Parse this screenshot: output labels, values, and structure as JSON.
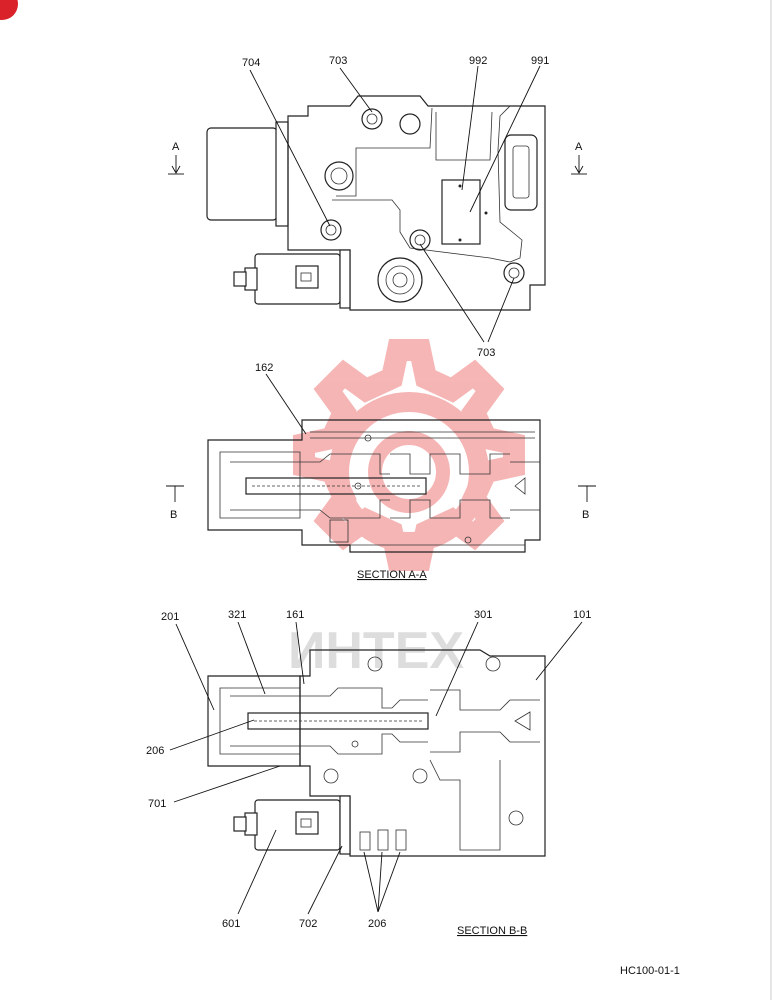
{
  "watermark": {
    "logo_text": "ИНТЕХ",
    "color": "#f07a7a"
  },
  "corner_badge": {
    "color": "#d9222a"
  },
  "section_markers": {
    "a": "A",
    "b": "B"
  },
  "views": {
    "top": {
      "callouts": {
        "c704": "704",
        "c703a": "703",
        "c992": "992",
        "c991": "991",
        "c703b": "703"
      }
    },
    "section_aa": {
      "title": "SECTION  A-A",
      "callouts": {
        "c162": "162"
      }
    },
    "section_bb": {
      "title": "SECTION  B-B",
      "callouts": {
        "c201": "201",
        "c321": "321",
        "c161": "161",
        "c301": "301",
        "c101": "101",
        "c206a": "206",
        "c701": "701",
        "c601": "601",
        "c702": "702",
        "c206b": "206"
      }
    }
  },
  "drawing_number": "HC100-01-1"
}
